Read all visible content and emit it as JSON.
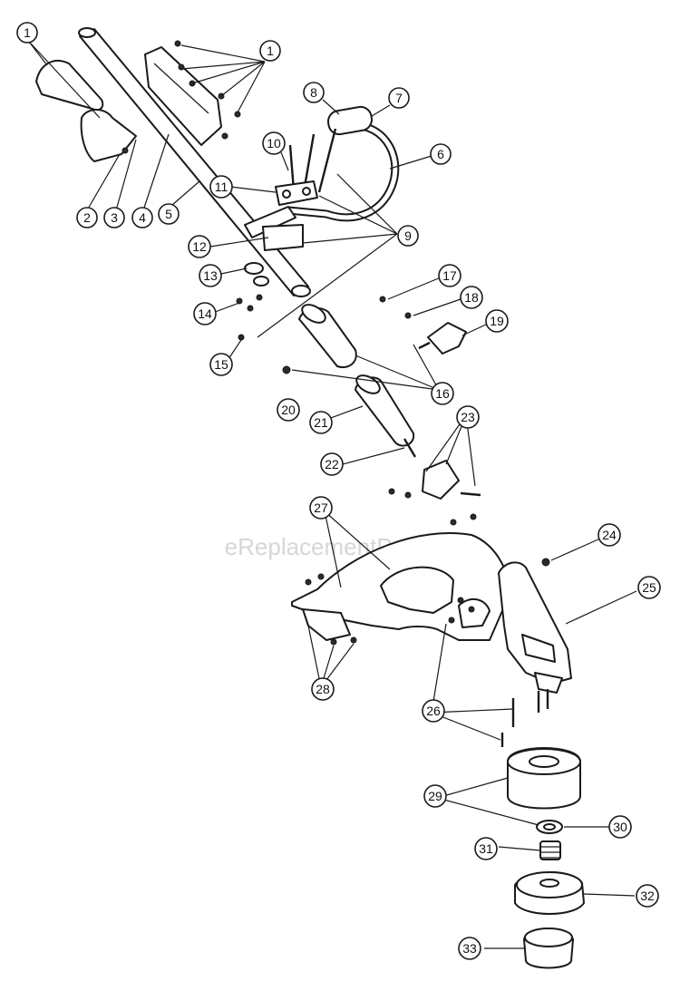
{
  "watermark": "eReplacementParts.com",
  "callouts": [
    "1",
    "1",
    "2",
    "3",
    "4",
    "5",
    "6",
    "7",
    "8",
    "9",
    "10",
    "11",
    "12",
    "13",
    "14",
    "15",
    "16",
    "17",
    "18",
    "19",
    "20",
    "21",
    "22",
    "23",
    "24",
    "25",
    "26",
    "27",
    "28",
    "29",
    "30",
    "31",
    "32",
    "33"
  ],
  "colors": {
    "line": "#1a1a1a",
    "paper": "#ffffff",
    "watermark": "#c9c9c9"
  }
}
